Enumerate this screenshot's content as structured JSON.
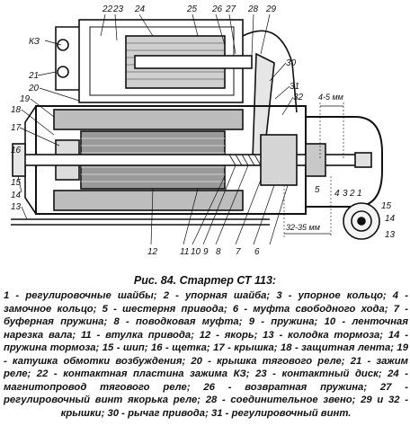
{
  "figure": {
    "labels": {
      "n22": "22",
      "n23": "23",
      "n24": "24",
      "n25": "25",
      "n26": "26",
      "n27": "27",
      "n28": "28",
      "n29": "29",
      "k3": "КЗ",
      "n21": "21",
      "n20": "20",
      "n19": "19",
      "n18": "18",
      "n17": "17",
      "n16": "16",
      "n30": "30",
      "n31": "31",
      "n32": "32",
      "n15": "15",
      "n14": "14",
      "n13": "13",
      "n12": "12",
      "n11": "11",
      "n10": "10",
      "n9": "9",
      "n8": "8",
      "n7": "7",
      "n6": "6",
      "n5": "5",
      "n4": "4",
      "n3": "3",
      "n2": "2",
      "n1": "1",
      "c15": "15",
      "c14": "14",
      "c13": "13",
      "dim_top": "4-5 мм",
      "dim_bottom": "32-35 мм"
    }
  },
  "caption": "Рис. 84. Стартер СТ 113:",
  "legend": "1 - регулировочные шайбы; 2 - упорная шайба; 3 - упорное кольцо; 4 - замочное кольцо; 5 - шестерня привода; 6 - муфта свободного хода; 7 - буферная пружина; 8 - поводковая муфта; 9 - пружина; 10 - ленточная нарезка вала; 11 - втулка привода; 12 - якорь; 13 - колодка тормоза; 14 - пружина тормоза; 15 - шип; 16 - щетка; 17 - крышка; 18 - защитная лента; 19 - катушка обмотки возбуждения; 20 - крышка тягового реле; 21 - зажим реле; 22 - контактная пластина зажима КЗ; 23 - контактный диск; 24 - магнитопровод тягового реле; 26 - возвратная пружина; 27 - регулировочный винт якорька реле; 28 - соединительное звено; 29 и 32 - крышки; 30 - рычаг привода; 31 - регулировочный винт."
}
